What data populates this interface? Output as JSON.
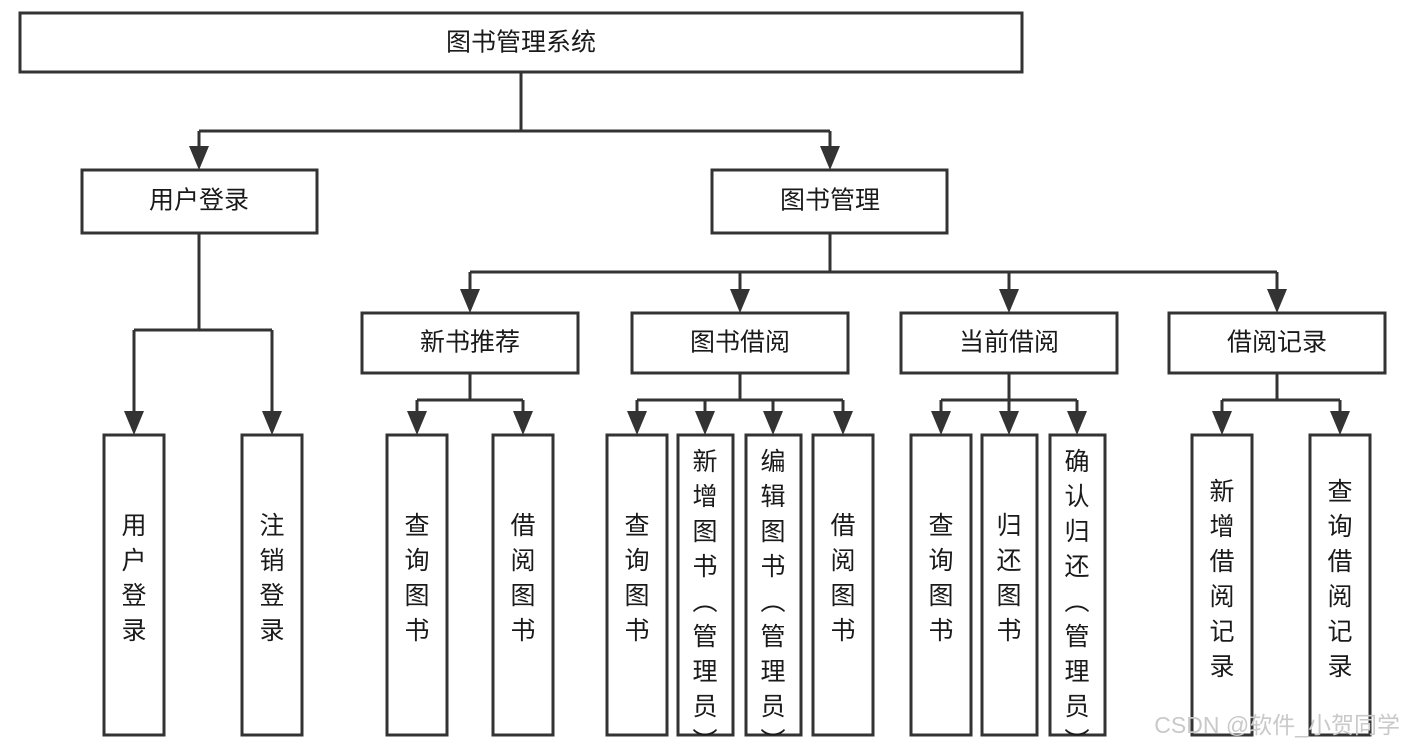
{
  "diagram": {
    "title": "图书管理系统",
    "type": "tree-hierarchy-chart",
    "root": {
      "id": "root",
      "label": "图书管理系统",
      "orientation": "horizontal"
    },
    "level2": [
      {
        "id": "user-login",
        "label": "用户登录",
        "orientation": "horizontal"
      },
      {
        "id": "book-management",
        "label": "图书管理",
        "orientation": "horizontal"
      }
    ],
    "level3": [
      {
        "id": "new-book-recommend",
        "label": "新书推荐",
        "orientation": "horizontal",
        "parent": "book-management"
      },
      {
        "id": "book-borrow",
        "label": "图书借阅",
        "orientation": "horizontal",
        "parent": "book-management"
      },
      {
        "id": "current-borrow",
        "label": "当前借阅",
        "orientation": "horizontal",
        "parent": "book-management"
      },
      {
        "id": "borrow-record",
        "label": "借阅记录",
        "orientation": "horizontal",
        "parent": "book-management"
      }
    ],
    "leaves": [
      {
        "id": "leaf-user-login",
        "label": "用户登录",
        "orientation": "vertical",
        "parent": "user-login"
      },
      {
        "id": "leaf-user-logout",
        "label": "注销登录",
        "orientation": "vertical",
        "parent": "user-login"
      },
      {
        "id": "leaf-query-book-1",
        "label": "查询图书",
        "orientation": "vertical",
        "parent": "new-book-recommend"
      },
      {
        "id": "leaf-borrow-book-1",
        "label": "借阅图书",
        "orientation": "vertical",
        "parent": "new-book-recommend"
      },
      {
        "id": "leaf-query-book-2",
        "label": "查询图书",
        "orientation": "vertical",
        "parent": "book-borrow"
      },
      {
        "id": "leaf-add-book",
        "label": "新增图书（管理员）",
        "orientation": "vertical",
        "parent": "book-borrow"
      },
      {
        "id": "leaf-edit-book",
        "label": "编辑图书（管理员）",
        "orientation": "vertical",
        "parent": "book-borrow"
      },
      {
        "id": "leaf-borrow-book-2",
        "label": "借阅图书",
        "orientation": "vertical",
        "parent": "book-borrow"
      },
      {
        "id": "leaf-query-book-3",
        "label": "查询图书",
        "orientation": "vertical",
        "parent": "current-borrow"
      },
      {
        "id": "leaf-return-book",
        "label": "归还图书",
        "orientation": "vertical",
        "parent": "current-borrow"
      },
      {
        "id": "leaf-confirm-return",
        "label": "确认归还（管理员）",
        "orientation": "vertical",
        "parent": "current-borrow"
      },
      {
        "id": "leaf-add-record",
        "label": "新增借阅记录",
        "orientation": "vertical",
        "parent": "borrow-record"
      },
      {
        "id": "leaf-query-record",
        "label": "查询借阅记录",
        "orientation": "vertical",
        "parent": "borrow-record"
      }
    ],
    "colors": {
      "box_stroke": "#333333",
      "box_fill": "#ffffff",
      "text": "#1a1a1a",
      "connector": "#333333",
      "background": "#ffffff",
      "watermark": "#c9c9c9"
    }
  },
  "watermark": {
    "text": "CSDN @软件_小贺同学"
  }
}
